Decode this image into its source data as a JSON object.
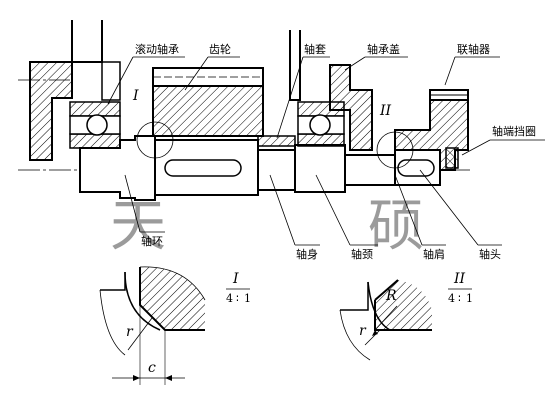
{
  "labels": {
    "rolling_bearing": "滚动轴承",
    "gear": "齿轮",
    "sleeve": "轴套",
    "bearing_cover": "轴承盖",
    "coupling": "联轴器",
    "shaft_end_plate": "轴端挡圈",
    "shaft_ring": "轴环",
    "shaft_body": "轴身",
    "journal": "轴颈",
    "shaft_shoulder": "轴肩",
    "shaft_head": "轴头"
  },
  "roman": {
    "one": "I",
    "two": "II"
  },
  "detail_one": {
    "roman": "I",
    "scale_num": "4",
    "scale_den": "1",
    "r": "r",
    "c": "c"
  },
  "detail_two": {
    "roman": "II",
    "scale_num": "4",
    "scale_den": "1",
    "r": "r",
    "R": "R"
  },
  "watermark": {
    "char1": "天",
    "char2": "硕"
  }
}
